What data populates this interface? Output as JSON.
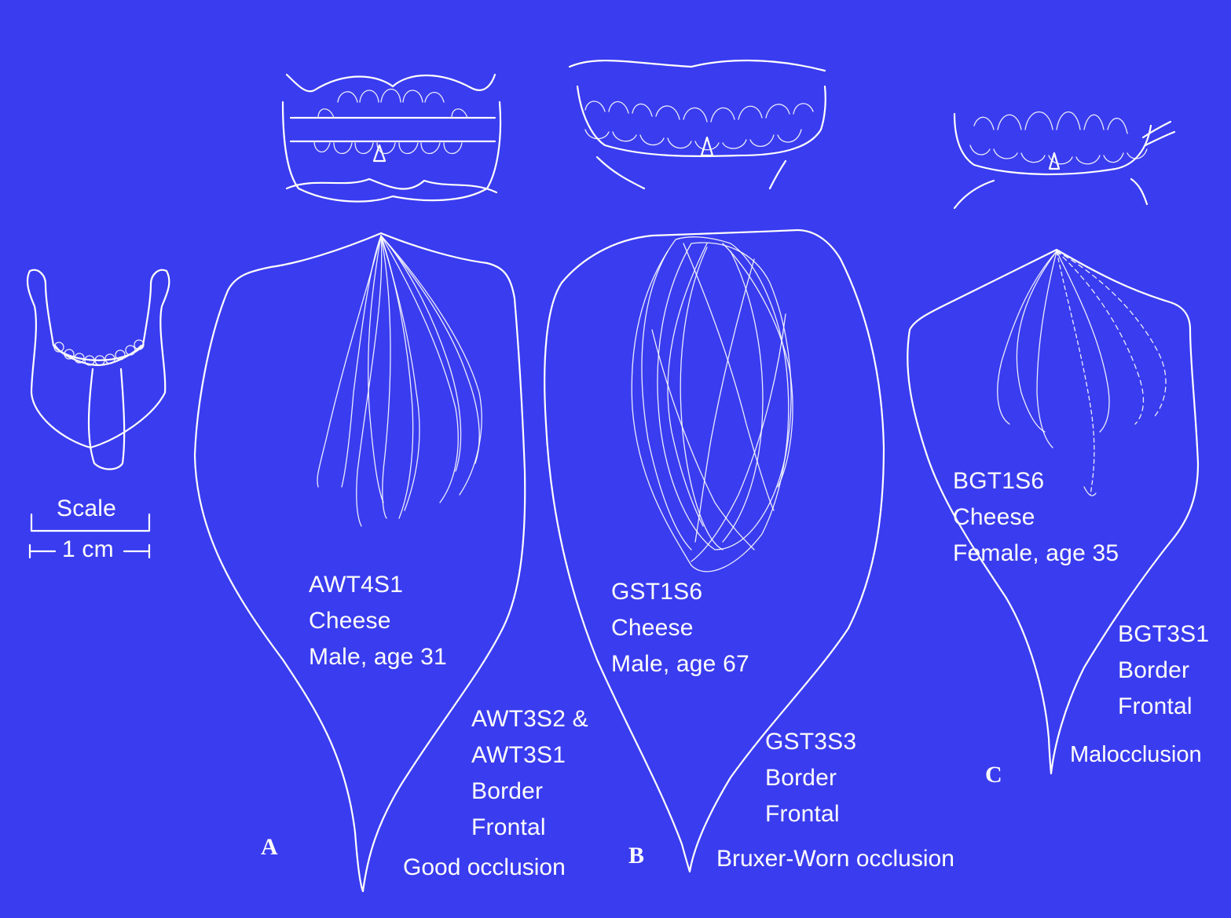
{
  "scale": {
    "label": "Scale",
    "unit": "1 cm"
  },
  "panels": [
    {
      "letter": "A",
      "occlusion": "Good occlusion",
      "chew_label": [
        "AWT4S1",
        "Cheese",
        "Male, age 31"
      ],
      "border_label": [
        "AWT3S2 &",
        "AWT3S1",
        "Border",
        "Frontal"
      ]
    },
    {
      "letter": "B",
      "occlusion": "Bruxer-Worn occlusion",
      "chew_label": [
        "GST1S6",
        "Cheese",
        "Male, age 67"
      ],
      "border_label": [
        "GST3S3",
        "Border",
        "Frontal"
      ]
    },
    {
      "letter": "C",
      "occlusion": "Malocclusion",
      "chew_label": [
        "BGT1S6",
        "Cheese",
        "Female, age 35"
      ],
      "border_label": [
        "BGT3S1",
        "Border",
        "Frontal"
      ]
    }
  ],
  "colors": {
    "background": "#3a3cf0",
    "ink": "#ffffff"
  },
  "icons": [
    "mandible-icon",
    "dentition-icon"
  ]
}
